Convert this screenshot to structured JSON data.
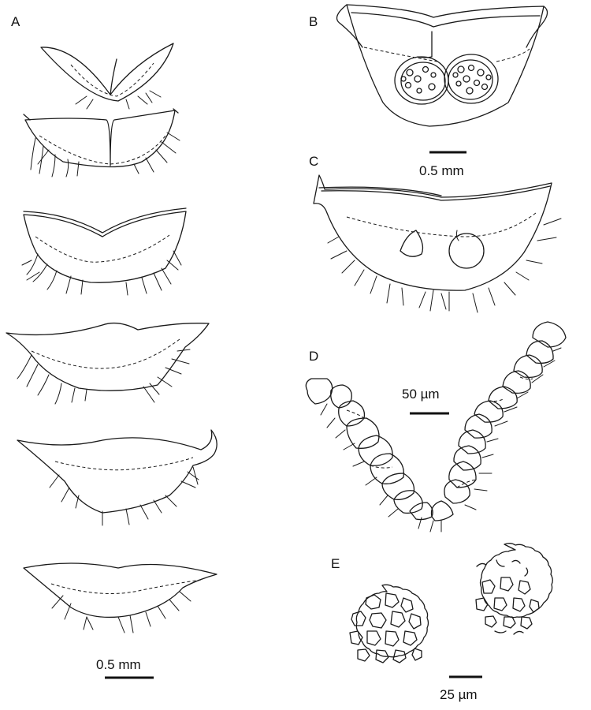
{
  "panels": [
    {
      "id": "A",
      "label": "A"
    },
    {
      "id": "B",
      "label": "B"
    },
    {
      "id": "C",
      "label": "C"
    },
    {
      "id": "D",
      "label": "D"
    },
    {
      "id": "E",
      "label": "E"
    }
  ],
  "scale_bars": {
    "a": "0.5 mm",
    "bc": "0.5 mm",
    "d": "50 µm",
    "e": "25 µm"
  }
}
